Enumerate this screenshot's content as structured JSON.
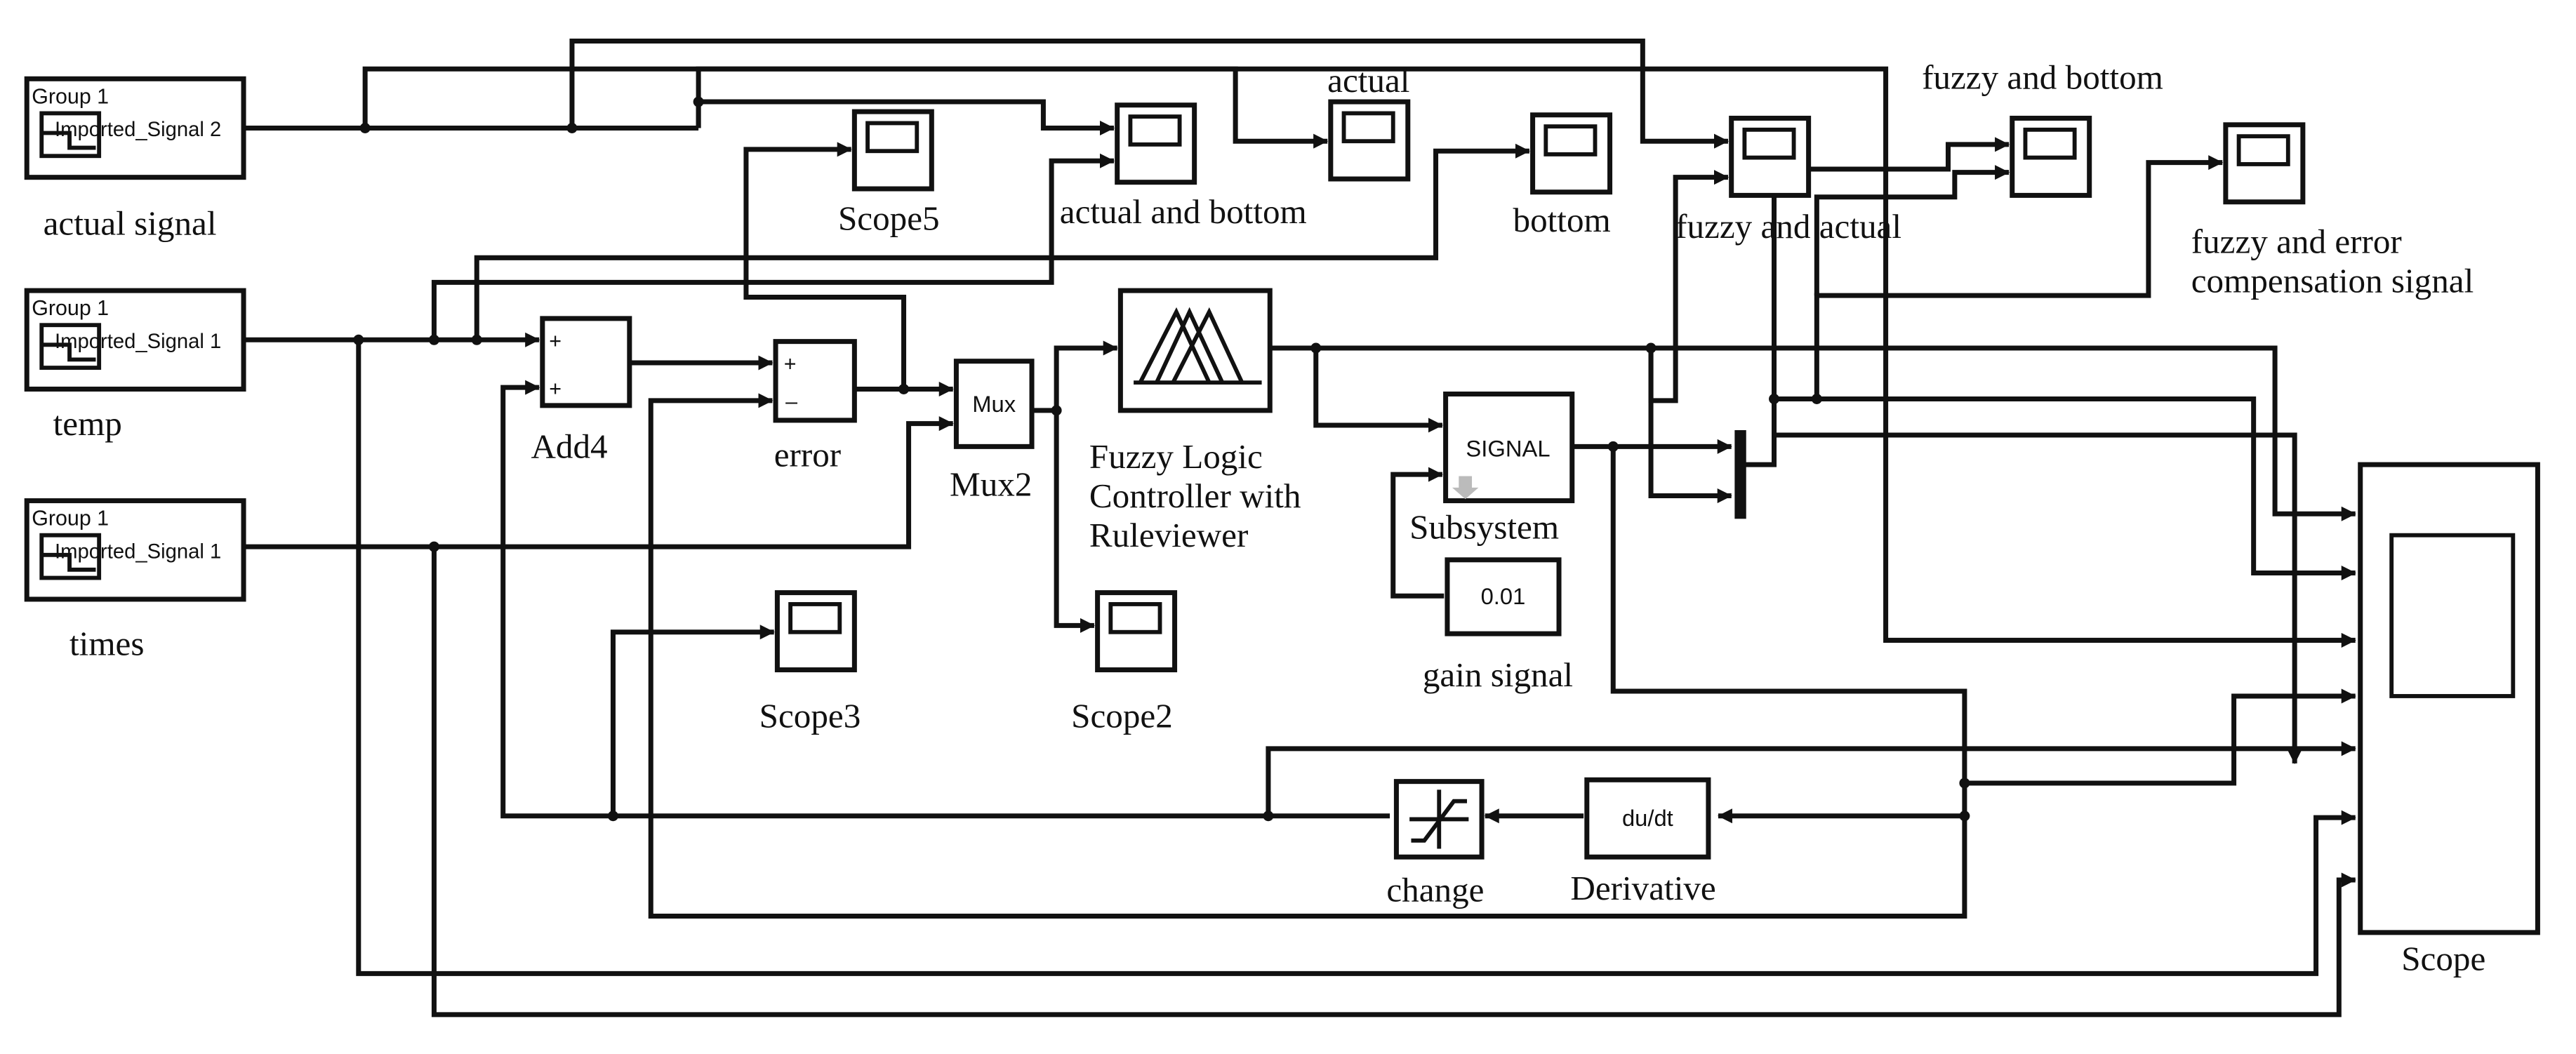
{
  "blocks": {
    "src1": {
      "group": "Group 1",
      "signal": "Imported_Signal 2",
      "label": "actual signal"
    },
    "src2": {
      "group": "Group 1",
      "signal": "Imported_Signal 1",
      "label": "temp"
    },
    "src3": {
      "group": "Group 1",
      "signal": "Imported_Signal 1",
      "label": "times"
    },
    "add4": {
      "label": "Add4",
      "plus": "+"
    },
    "error": {
      "label": "error",
      "plus": "+",
      "minus": "–"
    },
    "mux2": {
      "inner": "Mux",
      "label": "Mux2"
    },
    "flc": {
      "label_line1": "Fuzzy Logic",
      "label_line2": "Controller with",
      "label_line3": "Ruleviewer"
    },
    "subsystem": {
      "inner": "SIGNAL",
      "label": "Subsystem"
    },
    "gain": {
      "inner": "0.01",
      "label": "gain signal"
    },
    "derivative": {
      "inner": "du/dt",
      "label": "Derivative"
    },
    "change": {
      "label": "change"
    },
    "scope": {
      "label": "Scope"
    },
    "scope5": {
      "label": "Scope5"
    },
    "scope_actual_bottom": {
      "label": "actual and bottom"
    },
    "scope_actual": {
      "label": "actual"
    },
    "scope_bottom": {
      "label": "bottom"
    },
    "scope_fuzzy_actual": {
      "label": "fuzzy and actual"
    },
    "scope_fuzzy_bottom": {
      "label": "fuzzy and bottom"
    },
    "scope_fuzzy_error": {
      "label_line1": "fuzzy and error",
      "label_line2": "compensation signal"
    },
    "scope3": {
      "label": "Scope3"
    },
    "scope2": {
      "label": "Scope2"
    }
  },
  "colors": {
    "line": "#111111",
    "background": "#ffffff",
    "arrow_hint": "#bbbbbb"
  }
}
